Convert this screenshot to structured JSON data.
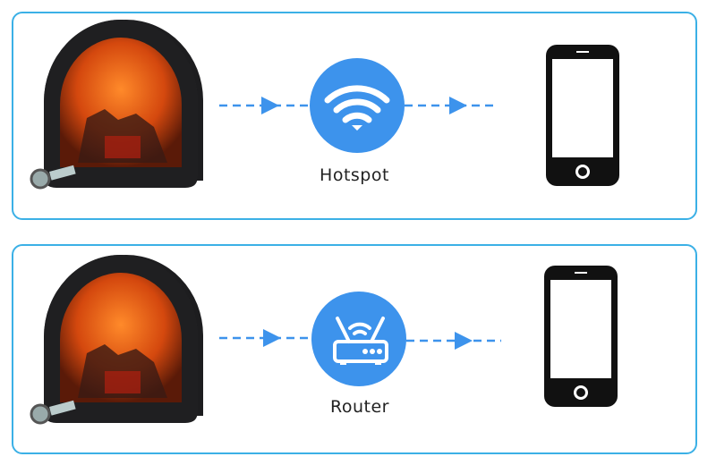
{
  "colors": {
    "accent": "#3d93ec",
    "border": "#3bb0e6"
  },
  "flows": [
    {
      "source": "fireplace-camera",
      "via_label": "Hotspot",
      "via_icon": "wifi-icon",
      "target": "smartphone"
    },
    {
      "source": "fireplace-camera",
      "via_label": "Router",
      "via_icon": "router-icon",
      "target": "smartphone"
    }
  ]
}
